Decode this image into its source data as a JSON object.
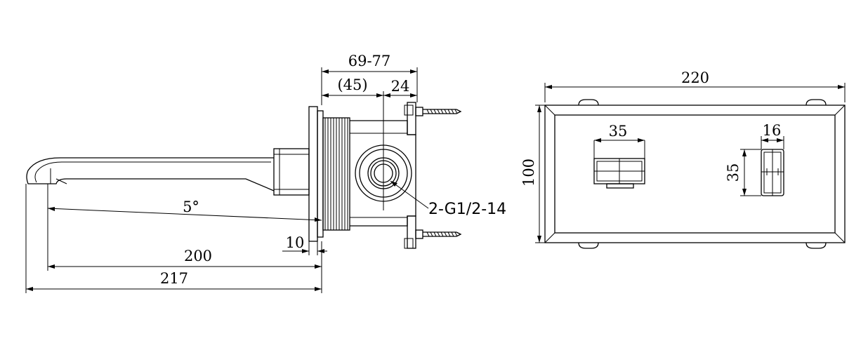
{
  "side_view": {
    "dim_total_depth": "69-77",
    "dim_body_depth": "(45)",
    "dim_stud_offset": "24",
    "dim_angle": "5°",
    "dim_flange": "10",
    "dim_spout_200": "200",
    "dim_spout_217": "217",
    "callout_thread": "2-G1/2-14"
  },
  "front_view": {
    "dim_plate_width": "220",
    "dim_plate_height": "100",
    "dim_handle_width": "35",
    "dim_handle_height": "35",
    "dim_knob_width": "16"
  }
}
